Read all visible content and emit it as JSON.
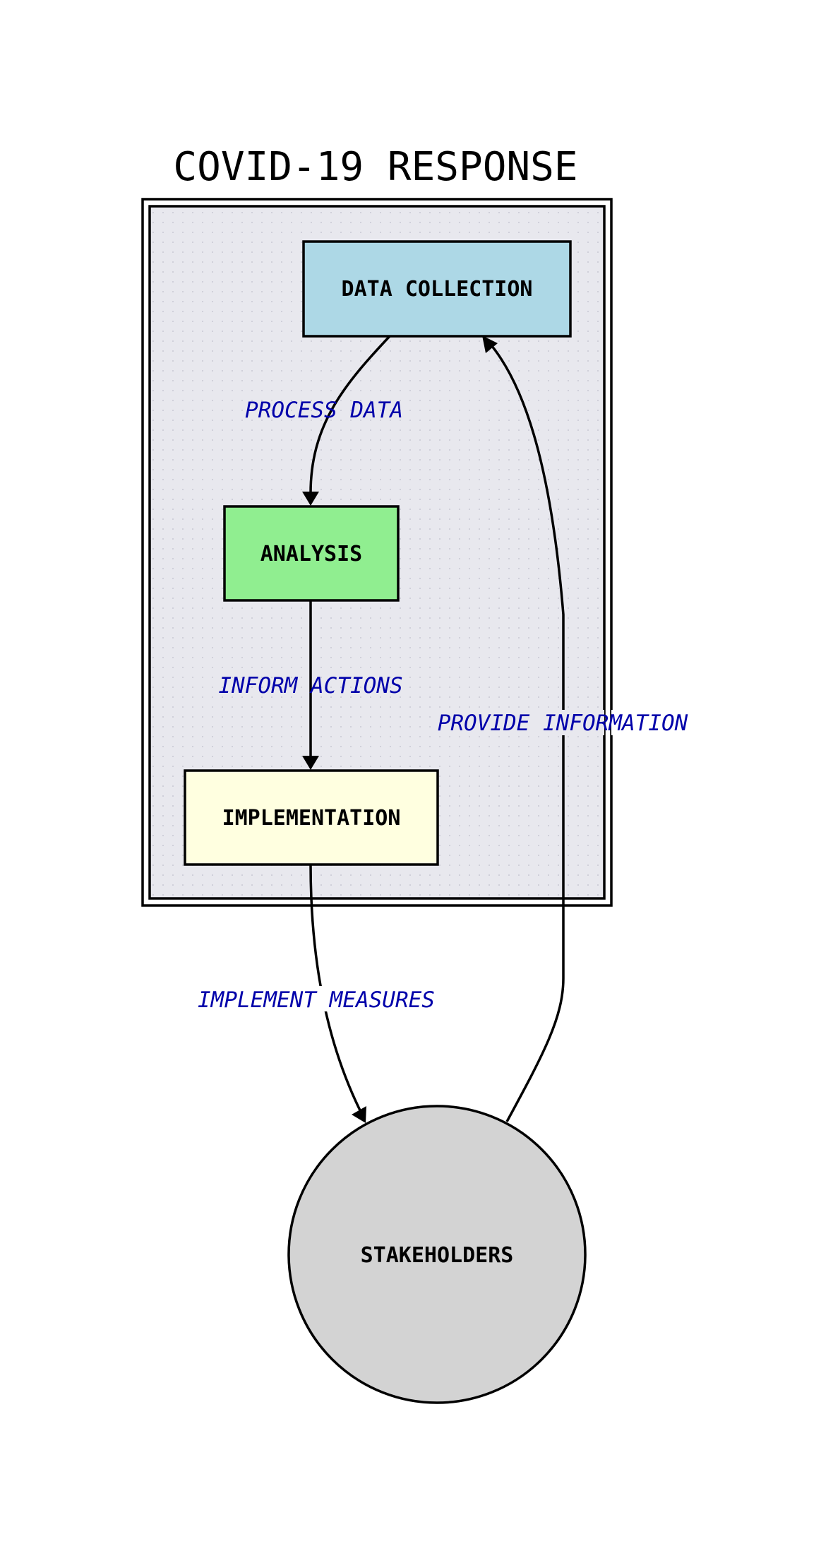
{
  "title": "COVID-19 RESPONSE",
  "colors": {
    "cluster_fill": "#e8e8ee",
    "data_collection_fill": "#add8e6",
    "analysis_fill": "#90ee90",
    "implementation_fill": "#ffffe0",
    "stakeholders_fill": "#d3d3d3",
    "edge_label_color": "#0000aa"
  },
  "nodes": {
    "data_collection": "DATA COLLECTION",
    "analysis": "ANALYSIS",
    "implementation": "IMPLEMENTATION",
    "stakeholders": "STAKEHOLDERS"
  },
  "edges": {
    "process_data": "PROCESS DATA",
    "inform_actions": "INFORM ACTIONS",
    "implement_measures": "IMPLEMENT MEASURES",
    "provide_information": "PROVIDE INFORMATION"
  }
}
